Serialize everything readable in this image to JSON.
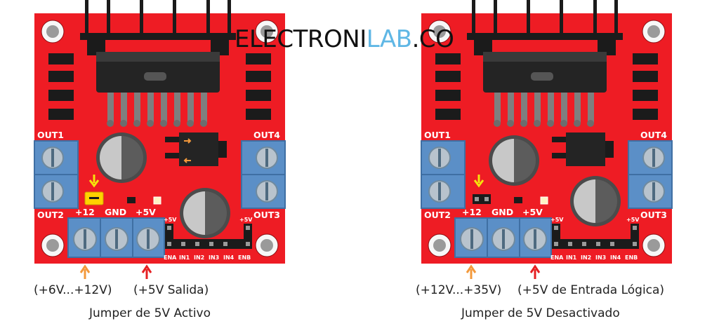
{
  "brand": {
    "part1": "ELECTRONI",
    "part2": "LAB",
    "part3": ".CO",
    "accent_color": "#5fb7e5"
  },
  "colors": {
    "board": "#ee1c24",
    "terminal": "#5b8fc7",
    "jumper_arrow": "#f5e20c",
    "arrow_orange": "#f3993b",
    "arrow_red": "#e51f22"
  },
  "left": {
    "labels": {
      "out1": "OUT1",
      "out2": "OUT2",
      "out3": "OUT3",
      "out4": "OUT4",
      "v12": "+12",
      "gnd": "GND",
      "v5": "+5V",
      "v5a": "+5V",
      "v5b": "+5V",
      "ena": "ENA",
      "in1": "IN1",
      "in2": "IN2",
      "in3": "IN3",
      "in4": "IN4",
      "enb": "ENB"
    },
    "input_caption": "(+6V...+12V)",
    "output_caption": "(+5V Salida)",
    "title": "Jumper de 5V Activo",
    "jumper_installed": true
  },
  "right": {
    "labels": {
      "out1": "OUT1",
      "out2": "OUT2",
      "out3": "OUT3",
      "out4": "OUT4",
      "v12": "+12",
      "gnd": "GND",
      "v5": "+5V",
      "v5a": "+5V",
      "v5b": "+5V",
      "ena": "ENA",
      "in1": "IN1",
      "in2": "IN2",
      "in3": "IN3",
      "in4": "IN4",
      "enb": "ENB"
    },
    "input_caption": "(+12V...+35V)",
    "output_caption": "(+5V de Entrada Lógica)",
    "title": "Jumper de 5V Desactivado",
    "jumper_installed": false
  }
}
